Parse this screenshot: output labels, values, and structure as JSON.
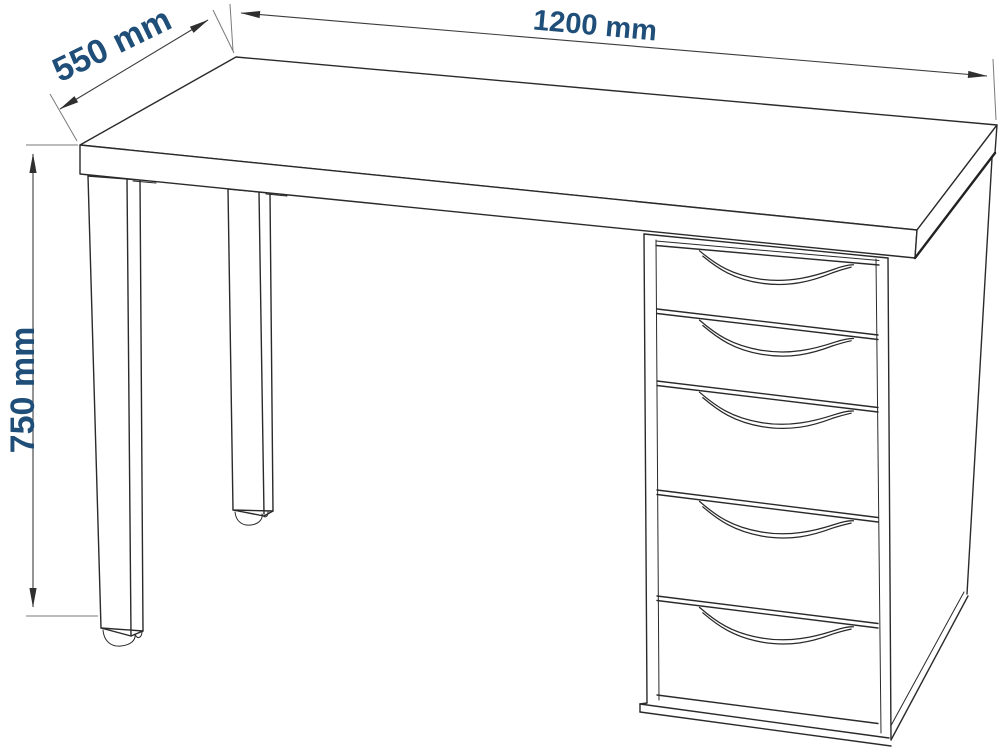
{
  "diagram": {
    "description": "Isometric technical line drawing of a desk with two square legs and a five-drawer pedestal unit",
    "background_color": "#ffffff",
    "line_color": "#2a2a2a",
    "dimension_line_color": "#3c3c3c",
    "label_color": "#1f4e79",
    "dimensions": {
      "width": {
        "label": "1200 mm",
        "value": 1200,
        "unit": "mm"
      },
      "depth": {
        "label": "550 mm",
        "value": 550,
        "unit": "mm"
      },
      "height": {
        "label": "750 mm",
        "value": 750,
        "unit": "mm"
      }
    },
    "drawer_count": 5,
    "leg_count": 2
  }
}
